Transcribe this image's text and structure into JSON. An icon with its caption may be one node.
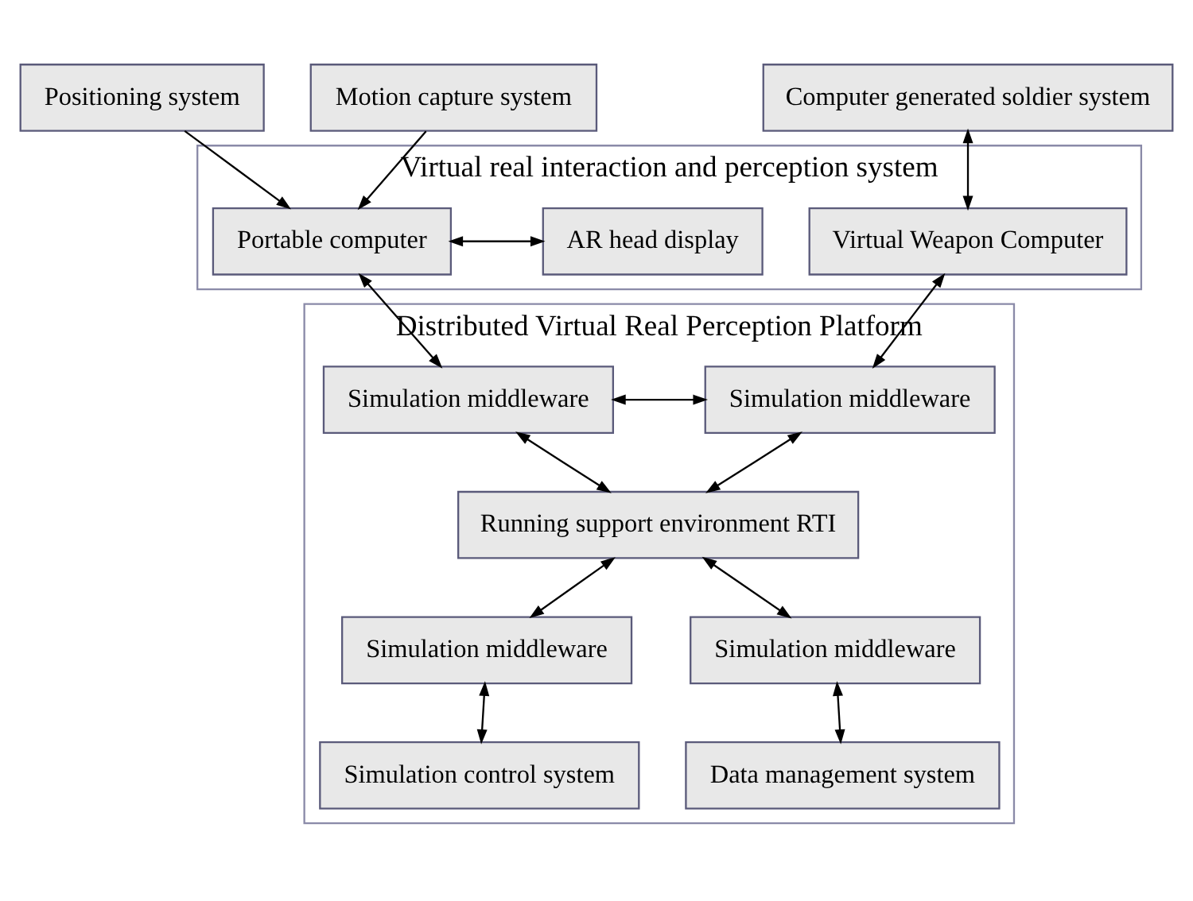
{
  "diagram": {
    "nodes": [
      {
        "text": [
          "Positioning system"
        ]
      },
      {
        "text": [
          "Motion capture system"
        ]
      },
      {
        "text": [
          "Computer generated soldier system"
        ]
      },
      {
        "text": [
          "Virtual real interaction and perception system"
        ]
      },
      {
        "text": [
          "Portable computer"
        ],
        "in": 3
      },
      {
        "text": [
          "AR head display"
        ],
        "in": 3
      },
      {
        "text": [
          "Virtual Weapon Computer"
        ],
        "in": 3
      },
      {
        "text": [
          "Distributed Virtual Real Perception Platform"
        ]
      },
      {
        "text": [
          "Simulation middleware"
        ],
        "in": 7
      },
      {
        "text": [
          "Simulation middleware"
        ],
        "in": 7
      },
      {
        "text": [
          "Running support environment RTI"
        ],
        "in": 7
      },
      {
        "text": [
          "Simulation middleware"
        ],
        "in": 7
      },
      {
        "text": [
          "Simulation middleware"
        ],
        "in": 7
      },
      {
        "text": [
          "Simulation control system"
        ],
        "in": 7
      },
      {
        "text": [
          "Data management system"
        ],
        "in": 7
      }
    ],
    "edges": [
      {
        "from": 0,
        "to": 4,
        "arrow": "to"
      },
      {
        "from": 1,
        "to": 4,
        "arrow": "to"
      },
      {
        "from": 2,
        "to": 6,
        "arrow": "both"
      },
      {
        "from": 4,
        "to": 5,
        "arrow": "both"
      },
      {
        "from": 4,
        "to": 8,
        "arrow": "both"
      },
      {
        "from": 6,
        "to": 9,
        "arrow": "both"
      },
      {
        "from": 8,
        "to": 9,
        "arrow": "both"
      },
      {
        "from": 8,
        "to": 10,
        "arrow": "both"
      },
      {
        "from": 9,
        "to": 10,
        "arrow": "both"
      },
      {
        "from": 10,
        "to": 11,
        "arrow": "both"
      },
      {
        "from": 10,
        "to": 12,
        "arrow": "both"
      },
      {
        "from": 11,
        "to": 13,
        "arrow": "both"
      },
      {
        "from": 12,
        "to": 14,
        "arrow": "both"
      }
    ]
  }
}
